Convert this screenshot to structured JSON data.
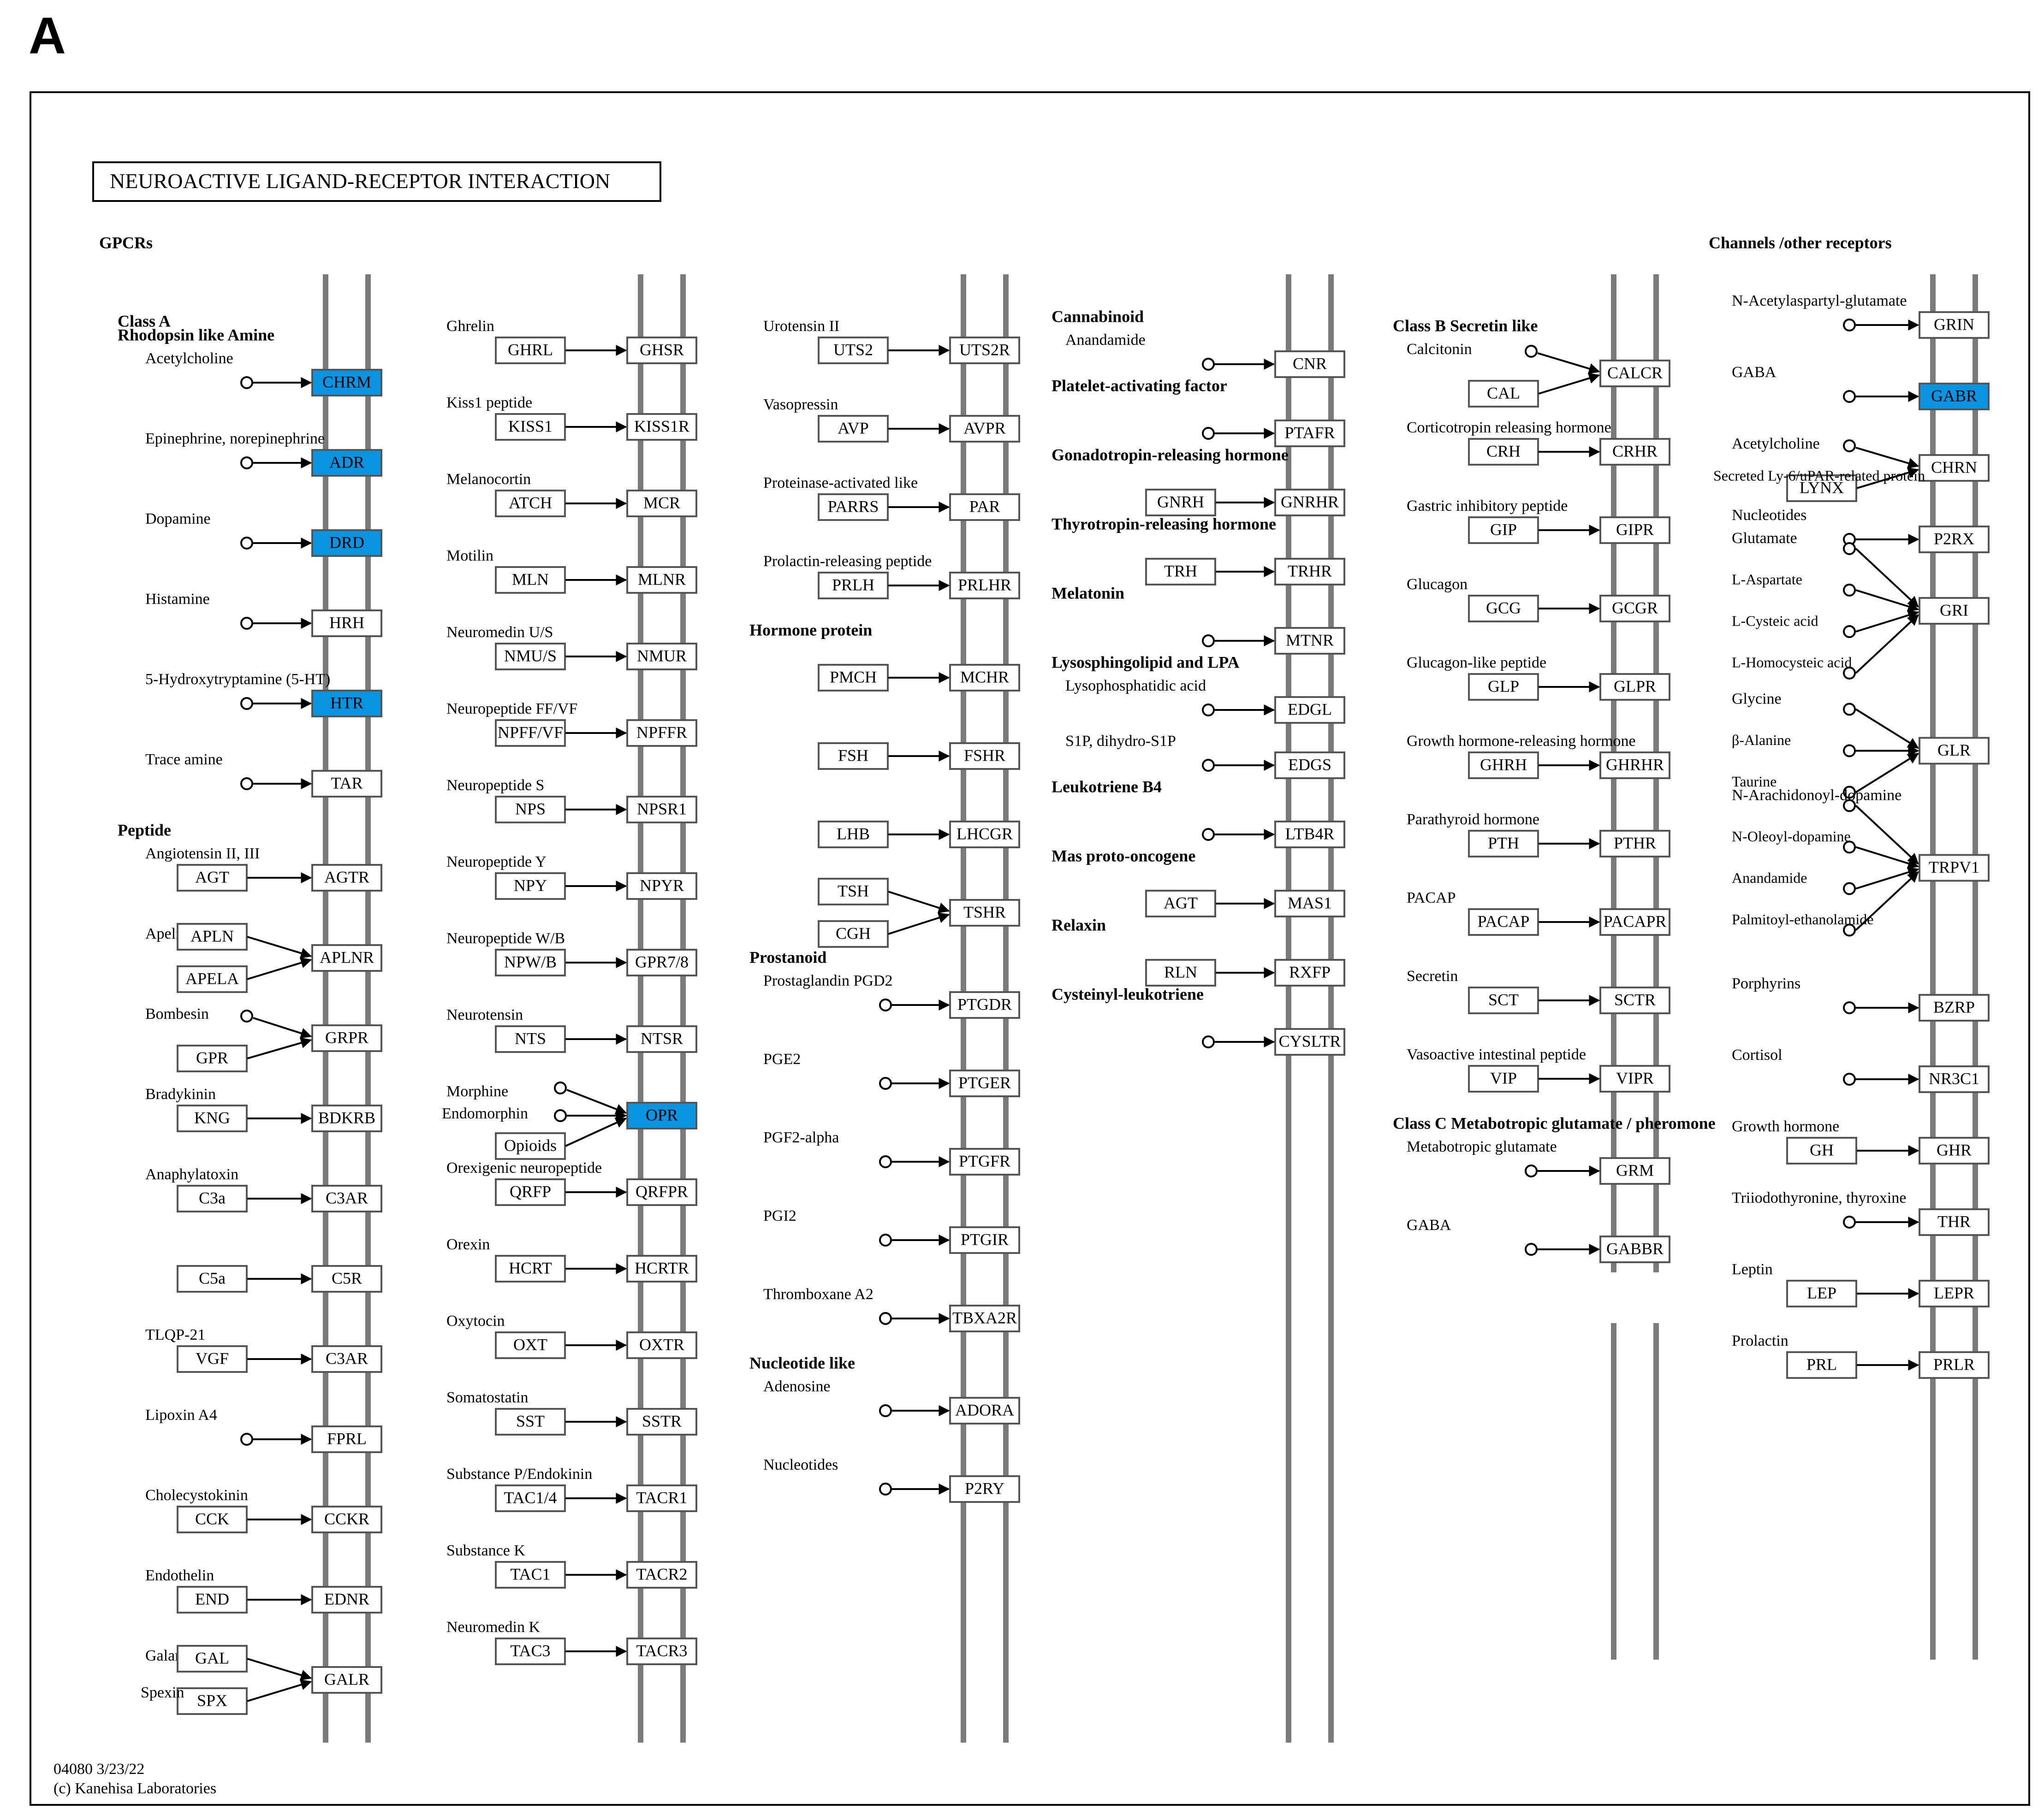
{
  "panel_label": "A",
  "title": "NEUROACTIVE LIGAND-RECEPTOR INTERACTION",
  "footer": {
    "map_id": "04080 3/23/22",
    "copyright": "(c) Kanehisa Laboratories"
  },
  "colors": {
    "highlight": "#0a93e0",
    "membrane": "#7a7a7a",
    "line": "#000000",
    "box_border": "#555555"
  },
  "columns": [
    {
      "entries": [
        {
          "type": "header",
          "text": "GPCRs"
        },
        {
          "type": "header",
          "text": "Class A"
        },
        {
          "type": "header",
          "text": "Rhodopsin like Amine"
        },
        {
          "ligand": "Acetylcholine",
          "ligand_kind": "compound",
          "receptor": "CHRM",
          "highlight": true
        },
        {
          "ligand": "Epinephrine, norepinephrine",
          "ligand_kind": "compound",
          "receptor": "ADR",
          "highlight": true
        },
        {
          "ligand": "Dopamine",
          "ligand_kind": "compound",
          "receptor": "DRD",
          "highlight": true
        },
        {
          "ligand": "Histamine",
          "ligand_kind": "compound",
          "receptor": "HRH"
        },
        {
          "ligand": "5-Hydroxytryptamine (5-HT)",
          "ligand_kind": "compound",
          "receptor": "HTR",
          "highlight": true
        },
        {
          "ligand": "Trace amine",
          "ligand_kind": "compound",
          "receptor": "TAR"
        },
        {
          "type": "header",
          "text": "Peptide"
        },
        {
          "ligand": "Angiotensin II, III",
          "ligand_kind": "gene",
          "gene": "AGT",
          "receptor": "AGTR"
        },
        {
          "ligand": "Apelin",
          "ligand_kind": "gene",
          "gene": "APLN",
          "gene2": "APELA",
          "receptor": "APLNR"
        },
        {
          "ligand": "Bombesin",
          "ligand_kind": "compound+gene",
          "gene": "GPR",
          "receptor": "GRPR"
        },
        {
          "ligand": "Bradykinin",
          "ligand_kind": "gene",
          "gene": "KNG",
          "receptor": "BDKRB"
        },
        {
          "ligand": "Anaphylatoxin",
          "ligand_kind": "gene",
          "gene": "C3a",
          "receptor": "C3AR"
        },
        {
          "ligand": "",
          "ligand_kind": "gene",
          "gene": "C5a",
          "receptor": "C5R"
        },
        {
          "ligand": "TLQP-21",
          "ligand_kind": "gene",
          "gene": "VGF",
          "receptor": "C3AR"
        },
        {
          "ligand": "Lipoxin A4",
          "ligand_kind": "compound",
          "receptor": "FPRL"
        },
        {
          "ligand": "Cholecystokinin",
          "ligand_kind": "gene",
          "gene": "CCK",
          "receptor": "CCKR"
        },
        {
          "ligand": "Endothelin",
          "ligand_kind": "gene",
          "gene": "END",
          "receptor": "EDNR"
        },
        {
          "ligand": "Galanin",
          "ligand_kind": "gene",
          "gene": "GAL",
          "gene2": "SPX",
          "ligand2": "Spexin",
          "receptor": "GALR"
        }
      ]
    },
    {
      "entries": [
        {
          "ligand": "Ghrelin",
          "ligand_kind": "gene",
          "gene": "GHRL",
          "receptor": "GHSR"
        },
        {
          "ligand": "Kiss1 peptide",
          "ligand_kind": "gene",
          "gene": "KISS1",
          "receptor": "KISS1R"
        },
        {
          "ligand": "Melanocortin",
          "ligand_kind": "gene",
          "gene": "ATCH",
          "receptor": "MCR"
        },
        {
          "ligand": "Motilin",
          "ligand_kind": "gene",
          "gene": "MLN",
          "receptor": "MLNR"
        },
        {
          "ligand": "Neuromedin U/S",
          "ligand_kind": "gene",
          "gene": "NMU/S",
          "receptor": "NMUR"
        },
        {
          "ligand": "Neuropeptide FF/VF",
          "ligand_kind": "gene",
          "gene": "NPFF/VF",
          "receptor": "NPFFR"
        },
        {
          "ligand": "Neuropeptide S",
          "ligand_kind": "gene",
          "gene": "NPS",
          "receptor": "NPSR1"
        },
        {
          "ligand": "Neuropeptide Y",
          "ligand_kind": "gene",
          "gene": "NPY",
          "receptor": "NPYR"
        },
        {
          "ligand": "Neuropeptide W/B",
          "ligand_kind": "gene",
          "gene": "NPW/B",
          "receptor": "GPR7/8"
        },
        {
          "ligand": "Neurotensin",
          "ligand_kind": "gene",
          "gene": "NTS",
          "receptor": "NTSR"
        },
        {
          "ligand": "Morphine",
          "ligand2": "Endomorphin",
          "ligand_kind": "opioid",
          "gene": "Opioids",
          "receptor": "OPR",
          "highlight": true
        },
        {
          "ligand": "Orexigenic neuropeptide",
          "ligand_kind": "gene",
          "gene": "QRFP",
          "receptor": "QRFPR"
        },
        {
          "ligand": "Orexin",
          "ligand_kind": "gene",
          "gene": "HCRT",
          "receptor": "HCRTR"
        },
        {
          "ligand": "Oxytocin",
          "ligand_kind": "gene",
          "gene": "OXT",
          "receptor": "OXTR"
        },
        {
          "ligand": "Somatostatin",
          "ligand_kind": "gene",
          "gene": "SST",
          "receptor": "SSTR"
        },
        {
          "ligand": "Substance P/Endokinin",
          "ligand_kind": "gene",
          "gene": "TAC1/4",
          "receptor": "TACR1"
        },
        {
          "ligand": "Substance K",
          "ligand_kind": "gene",
          "gene": "TAC1",
          "receptor": "TACR2"
        },
        {
          "ligand": "Neuromedin K",
          "ligand_kind": "gene",
          "gene": "TAC3",
          "receptor": "TACR3"
        }
      ]
    },
    {
      "entries": [
        {
          "ligand": "Urotensin II",
          "ligand_kind": "gene",
          "gene": "UTS2",
          "receptor": "UTS2R"
        },
        {
          "ligand": "Vasopressin",
          "ligand_kind": "gene",
          "gene": "AVP",
          "receptor": "AVPR"
        },
        {
          "ligand": "Proteinase-activated like",
          "ligand_kind": "gene",
          "gene": "PARRS",
          "receptor": "PAR"
        },
        {
          "ligand": "Prolactin-releasing peptide",
          "ligand_kind": "gene",
          "gene": "PRLH",
          "receptor": "PRLHR"
        },
        {
          "type": "header",
          "text": "Hormone protein"
        },
        {
          "ligand": "",
          "ligand_kind": "gene",
          "gene": "PMCH",
          "receptor": "MCHR"
        },
        {
          "ligand": "",
          "ligand_kind": "gene",
          "gene": "FSH",
          "receptor": "FSHR"
        },
        {
          "ligand": "",
          "ligand_kind": "gene",
          "gene": "LHB",
          "receptor": "LHCGR"
        },
        {
          "ligand": "",
          "ligand_kind": "gene",
          "gene": "TSH",
          "gene2": "CGH",
          "receptor": "TSHR"
        },
        {
          "type": "header",
          "text": "Prostanoid"
        },
        {
          "ligand": "Prostaglandin PGD2",
          "ligand_kind": "compound",
          "receptor": "PTGDR"
        },
        {
          "ligand": "PGE2",
          "ligand_kind": "compound",
          "receptor": "PTGER"
        },
        {
          "ligand": "PGF2-alpha",
          "ligand_kind": "compound",
          "receptor": "PTGFR"
        },
        {
          "ligand": "PGI2",
          "ligand_kind": "compound",
          "receptor": "PTGIR"
        },
        {
          "ligand": "Thromboxane A2",
          "ligand_kind": "compound",
          "receptor": "TBXA2R"
        },
        {
          "type": "header",
          "text": "Nucleotide like"
        },
        {
          "ligand": "Adenosine",
          "ligand_kind": "compound",
          "receptor": "ADORA"
        },
        {
          "ligand": "Nucleotides",
          "ligand_kind": "compound",
          "receptor": "P2RY"
        }
      ]
    },
    {
      "entries": [
        {
          "type": "header",
          "text": "Cannabinoid"
        },
        {
          "ligand": "Anandamide",
          "ligand_kind": "compound",
          "receptor": "CNR"
        },
        {
          "type": "header",
          "text": "Platelet-activating factor"
        },
        {
          "ligand": "",
          "ligand_kind": "compound",
          "receptor": "PTAFR"
        },
        {
          "type": "header",
          "text": "Gonadotropin-releasing hormone"
        },
        {
          "ligand": "",
          "ligand_kind": "gene",
          "gene": "GNRH",
          "receptor": "GNRHR"
        },
        {
          "type": "header",
          "text": "Thyrotropin-releasing hormone"
        },
        {
          "ligand": "",
          "ligand_kind": "gene",
          "gene": "TRH",
          "receptor": "TRHR"
        },
        {
          "type": "header",
          "text": "Melatonin"
        },
        {
          "ligand": "",
          "ligand_kind": "compound",
          "receptor": "MTNR"
        },
        {
          "type": "header",
          "text": "Lysosphingolipid and LPA"
        },
        {
          "ligand": "Lysophosphatidic acid",
          "ligand_kind": "compound",
          "receptor": "EDGL"
        },
        {
          "ligand": "S1P, dihydro-S1P",
          "ligand_kind": "compound",
          "receptor": "EDGS"
        },
        {
          "type": "header",
          "text": "Leukotriene B4"
        },
        {
          "ligand": "",
          "ligand_kind": "compound",
          "receptor": "LTB4R"
        },
        {
          "type": "header",
          "text": "Mas proto-oncogene"
        },
        {
          "ligand": "",
          "ligand_kind": "gene",
          "gene": "AGT",
          "receptor": "MAS1"
        },
        {
          "type": "header",
          "text": "Relaxin"
        },
        {
          "ligand": "",
          "ligand_kind": "gene",
          "gene": "RLN",
          "receptor": "RXFP"
        },
        {
          "type": "header",
          "text": "Cysteinyl-leukotriene"
        },
        {
          "ligand": "",
          "ligand_kind": "compound",
          "receptor": "CYSLTR"
        }
      ]
    },
    {
      "entries": [
        {
          "type": "header",
          "text": "Class B Secretin like"
        },
        {
          "ligand": "Calcitonin",
          "ligand_kind": "compound+gene",
          "gene": "CAL",
          "receptor": "CALCR"
        },
        {
          "ligand": "Corticotropin releasing hormone",
          "ligand_kind": "gene",
          "gene": "CRH",
          "receptor": "CRHR"
        },
        {
          "ligand": "Gastric inhibitory peptide",
          "ligand_kind": "gene",
          "gene": "GIP",
          "receptor": "GIPR"
        },
        {
          "ligand": "Glucagon",
          "ligand_kind": "gene",
          "gene": "GCG",
          "receptor": "GCGR"
        },
        {
          "ligand": "Glucagon-like peptide",
          "ligand_kind": "gene",
          "gene": "GLP",
          "receptor": "GLPR"
        },
        {
          "ligand": "Growth hormone-releasing hormone",
          "ligand_kind": "gene",
          "gene": "GHRH",
          "receptor": "GHRHR"
        },
        {
          "ligand": "Parathyroid hormone",
          "ligand_kind": "gene",
          "gene": "PTH",
          "receptor": "PTHR"
        },
        {
          "ligand": "PACAP",
          "ligand_kind": "gene",
          "gene": "PACAP",
          "receptor": "PACAPR"
        },
        {
          "ligand": "Secretin",
          "ligand_kind": "gene",
          "gene": "SCT",
          "receptor": "SCTR"
        },
        {
          "ligand": "Vasoactive intestinal peptide",
          "ligand_kind": "gene",
          "gene": "VIP",
          "receptor": "VIPR"
        },
        {
          "type": "header",
          "text": "Class C Metabotropic glutamate / pheromone"
        },
        {
          "ligand": "Metabotropic glutamate",
          "ligand_kind": "compound",
          "receptor": "GRM"
        },
        {
          "ligand": "GABA",
          "ligand_kind": "compound",
          "receptor": "GABBR"
        }
      ]
    },
    {
      "entries": [
        {
          "type": "header",
          "text": "Channels /other receptors"
        },
        {
          "ligand": "N-Acetylaspartyl-glutamate",
          "ligand_kind": "compound",
          "receptor": "GRIN"
        },
        {
          "ligand": "GABA",
          "ligand_kind": "compound",
          "receptor": "GABR",
          "highlight": true
        },
        {
          "ligand": "Acetylcholine",
          "ligand2": "Secreted Ly-6/uPAR-related protein",
          "ligand_kind": "compound+gene",
          "gene": "LYNX",
          "receptor": "CHRN"
        },
        {
          "ligand": "Nucleotides",
          "ligand_kind": "compound",
          "receptor": "P2RX"
        },
        {
          "ligand": "Glutamate",
          "ligand2": "L-Aspartate",
          "ligand3": "L-Cysteic acid",
          "ligand4": "L-Homocysteic acid",
          "ligand_kind": "multi",
          "receptor": "GRI"
        },
        {
          "ligand": "Glycine",
          "ligand2": "β-Alanine",
          "ligand3": "Taurine",
          "ligand_kind": "multi",
          "receptor": "GLR"
        },
        {
          "ligand": "N-Arachidonoyl-dopamine",
          "ligand2": "N-Oleoyl-dopamine",
          "ligand3": "Anandamide",
          "ligand4": "Palmitoyl-ethanolamide",
          "ligand_kind": "multi",
          "receptor": "TRPV1"
        },
        {
          "ligand": "Porphyrins",
          "ligand_kind": "compound",
          "receptor": "BZRP"
        },
        {
          "ligand": "Cortisol",
          "ligand_kind": "compound",
          "receptor": "NR3C1"
        },
        {
          "ligand": "Growth hormone",
          "ligand_kind": "gene",
          "gene": "GH",
          "receptor": "GHR"
        },
        {
          "ligand": "Triiodothyronine, thyroxine",
          "ligand_kind": "compound",
          "receptor": "THR"
        },
        {
          "ligand": "Leptin",
          "ligand_kind": "gene",
          "gene": "LEP",
          "receptor": "LEPR"
        },
        {
          "ligand": "Prolactin",
          "ligand_kind": "gene",
          "gene": "PRL",
          "receptor": "PRLR"
        }
      ]
    }
  ]
}
